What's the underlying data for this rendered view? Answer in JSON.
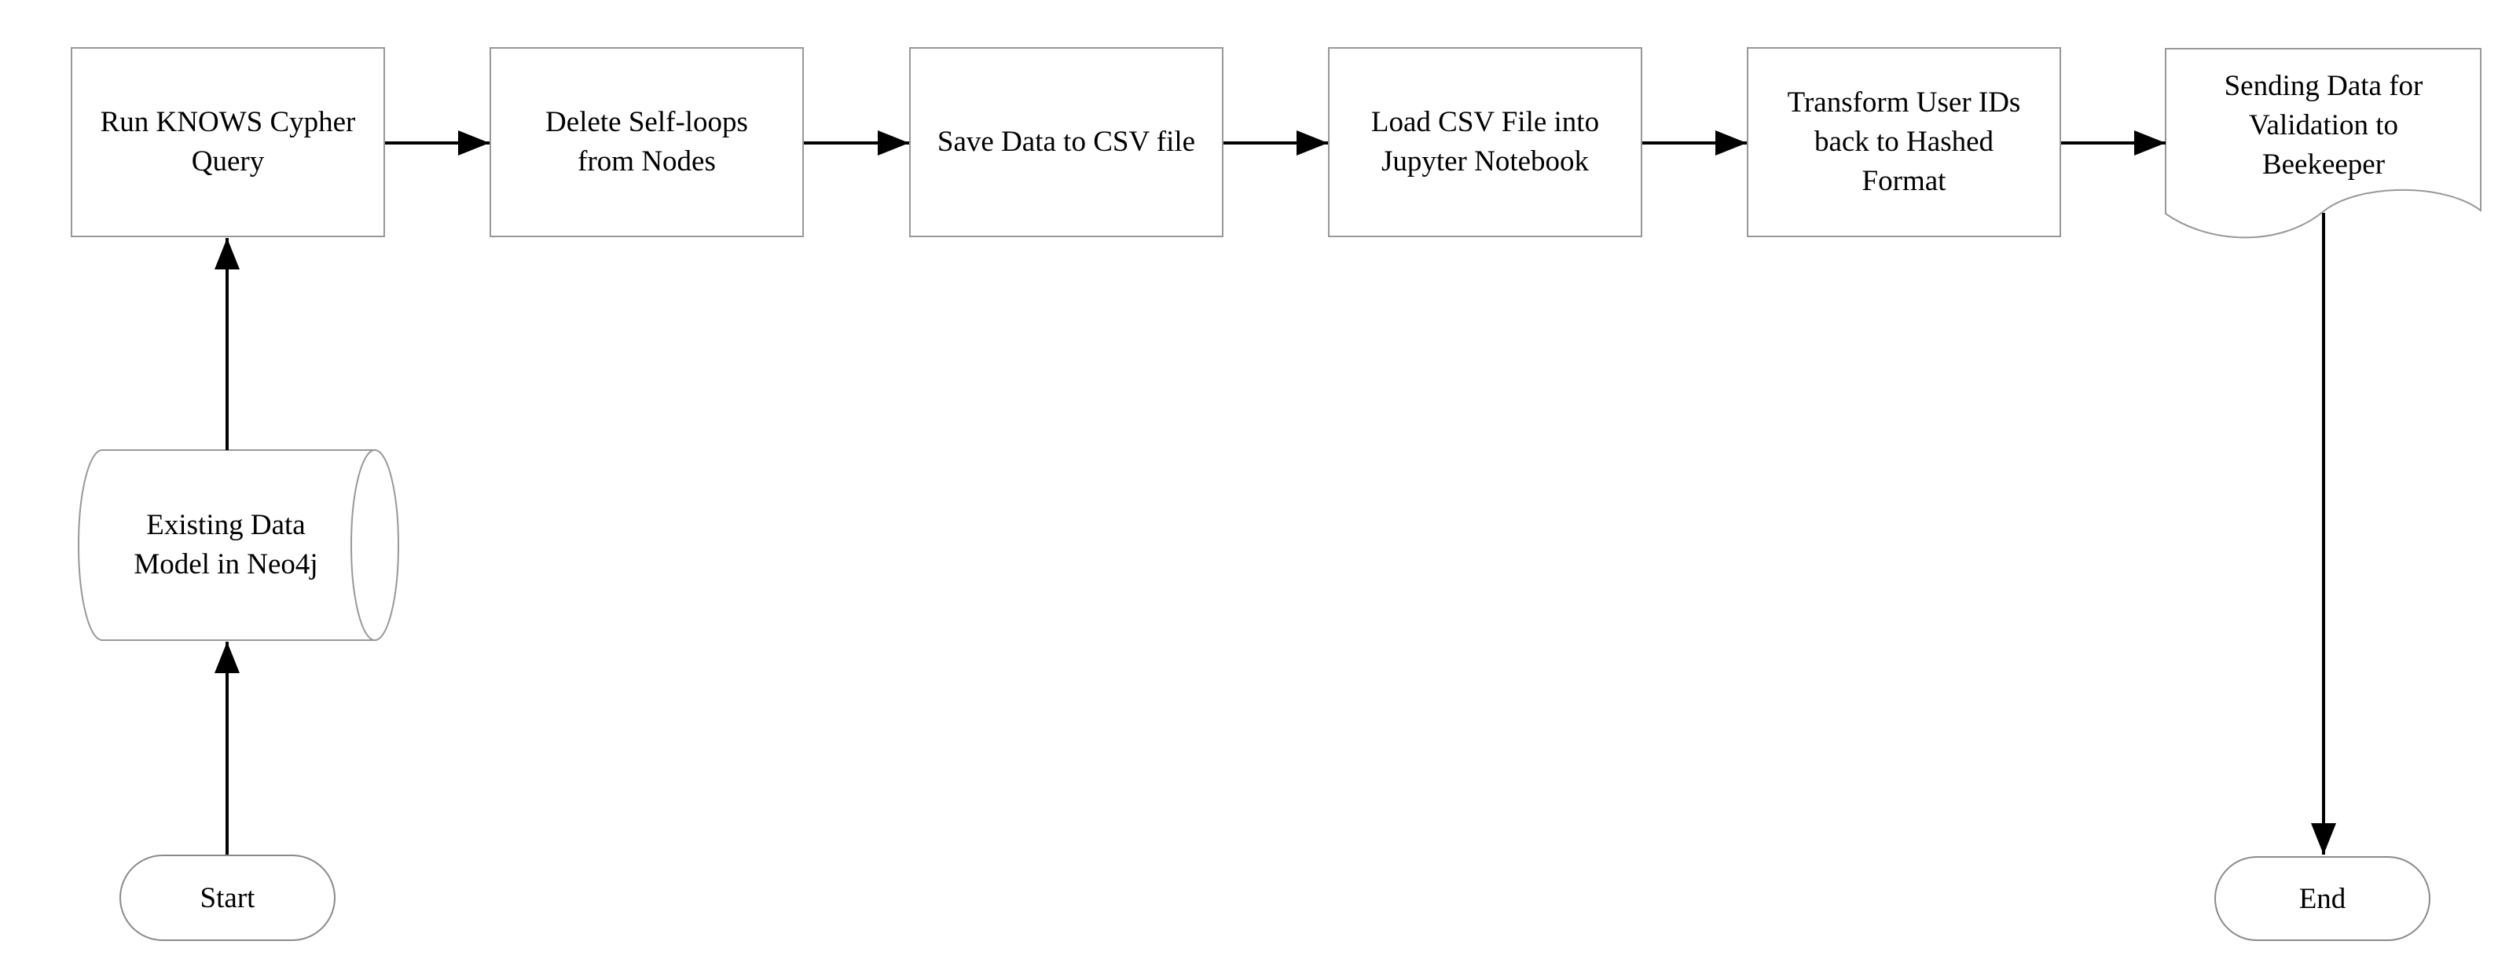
{
  "diagram": {
    "type": "flowchart",
    "background": "#ffffff",
    "colors": {
      "shape_border": "#989898",
      "connector": "#000000",
      "text": "#000000"
    },
    "nodes": {
      "start": {
        "type": "terminator",
        "label": "Start"
      },
      "datastore": {
        "type": "stored-data-cylinder",
        "label": "Existing Data\nModel in Neo4j"
      },
      "step1": {
        "type": "process",
        "label": "Run KNOWS Cypher\nQuery"
      },
      "step2": {
        "type": "process",
        "label": "Delete Self-loops\nfrom Nodes"
      },
      "step3": {
        "type": "process",
        "label": "Save Data to CSV file"
      },
      "step4": {
        "type": "process",
        "label": "Load CSV File into\nJupyter Notebook"
      },
      "step5": {
        "type": "process",
        "label": "Transform User IDs\nback to Hashed\nFormat"
      },
      "document": {
        "type": "document",
        "label": "Sending Data for\nValidation to\nBeekeeper"
      },
      "end": {
        "type": "terminator",
        "label": "End"
      }
    },
    "edges": [
      {
        "from": "start",
        "to": "datastore"
      },
      {
        "from": "datastore",
        "to": "step1"
      },
      {
        "from": "step1",
        "to": "step2"
      },
      {
        "from": "step2",
        "to": "step3"
      },
      {
        "from": "step3",
        "to": "step4"
      },
      {
        "from": "step4",
        "to": "step5"
      },
      {
        "from": "step5",
        "to": "document"
      },
      {
        "from": "document",
        "to": "end"
      }
    ]
  }
}
